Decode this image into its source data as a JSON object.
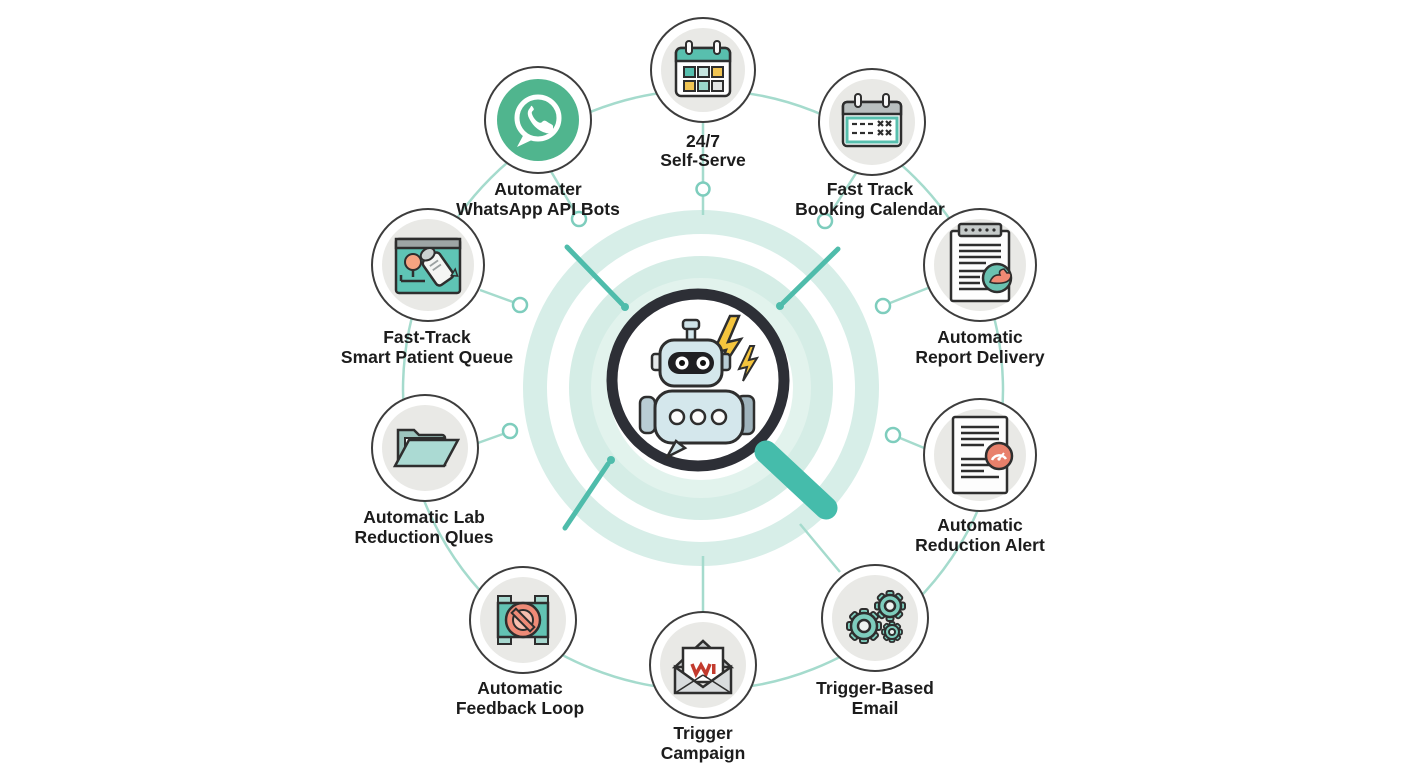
{
  "diagram": {
    "kind": "circular-hub-infographic",
    "theme": {
      "background": "#ffffff",
      "accent_teal": "#4fbcab",
      "outer_ring": "#a5dbcd",
      "mint_band": "#d7eee8",
      "mint_disc": "#d5ede6",
      "node_outline": "#3d3d3d",
      "icon_backdrop": "#e9e9e6",
      "whatsapp_green": "#50b58e",
      "coral": "#ee8a75",
      "bolt_yellow": "#f5c53d",
      "text_color": "#1c1c1c"
    },
    "center": {
      "icon": "robot-chatbot-in-magnifier-icon"
    },
    "nodes": [
      {
        "id": "self-serve",
        "icon": "calendar-grid-icon",
        "label": [
          "24/7",
          "Self-Serve"
        ]
      },
      {
        "id": "whatsapp-bots",
        "icon": "whatsapp-icon",
        "label": [
          "Automater",
          "WhatsApp API Bots"
        ]
      },
      {
        "id": "booking-calendar",
        "icon": "schedule-calendar-icon",
        "label": [
          "Fast Track",
          "Booking Calendar"
        ]
      },
      {
        "id": "patient-queue",
        "icon": "patient-checkin-icon",
        "label": [
          "Fast-Track",
          "Smart Patient Queue"
        ]
      },
      {
        "id": "report-delivery",
        "icon": "report-clipboard-icon",
        "label": [
          "Automatic",
          "Report Delivery"
        ]
      },
      {
        "id": "lab-queue",
        "icon": "open-folder-icon",
        "label": [
          "Automatic Lab",
          "Reduction Qlues"
        ]
      },
      {
        "id": "reduction-alert",
        "icon": "document-gauge-icon",
        "label": [
          "Automatic",
          "Reduction Alert"
        ]
      },
      {
        "id": "feedback-loop",
        "icon": "blocked-device-icon",
        "label": [
          "Automatic",
          "Feedback Loop"
        ]
      },
      {
        "id": "trigger-campaign",
        "icon": "open-envelope-icon",
        "label": [
          "Trigger",
          "Campaign"
        ]
      },
      {
        "id": "trigger-email",
        "icon": "gears-icon",
        "label": [
          "Trigger-Based",
          "Email"
        ]
      }
    ]
  }
}
